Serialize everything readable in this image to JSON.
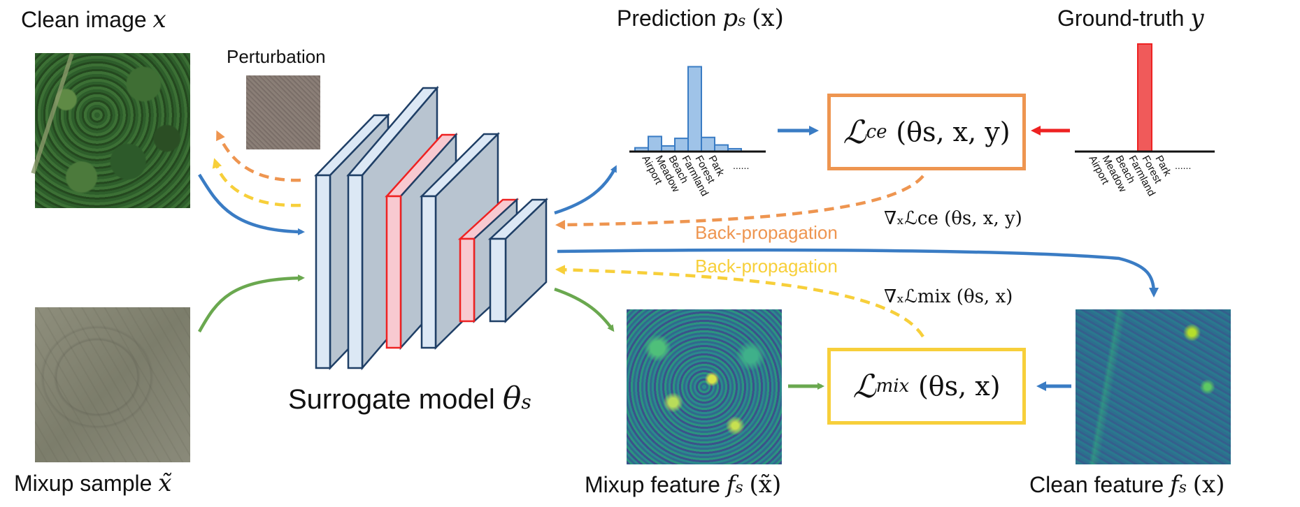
{
  "labels": {
    "clean_image": "Clean image",
    "clean_image_sym": "x",
    "perturbation": "Perturbation",
    "mixup_sample": "Mixup sample",
    "mixup_sample_sym": "x̃",
    "surrogate_model": "Surrogate model",
    "surrogate_sym": "θ",
    "surrogate_sub": "s",
    "prediction": "Prediction",
    "prediction_sym": "p",
    "prediction_sub": "s",
    "prediction_arg": "(x)",
    "ground_truth": "Ground-truth",
    "ground_truth_sym": "y",
    "mixup_feature": "Mixup feature",
    "mixup_feature_sym": "f",
    "mixup_feature_sub": "s",
    "mixup_feature_arg": "(x̃)",
    "clean_feature": "Clean feature",
    "clean_feature_sym": "f",
    "clean_feature_sub": "s",
    "clean_feature_arg": "(x)",
    "backprop_orange": "Back-propagation",
    "backprop_yellow": "Back-propagation"
  },
  "losses": {
    "ce_L": "ℒ",
    "ce_sub": "ce",
    "ce_args": "(θs, x, y)",
    "mix_L": "ℒ",
    "mix_sub": "mix",
    "mix_args": "(θs, x)"
  },
  "gradients": {
    "grad_ce": "∇ₓℒce (θs, x, y)",
    "grad_mix": "∇ₓℒmix (θs, x)"
  },
  "prediction_hist": {
    "categories": [
      "Airport",
      "Meadow",
      "Beach",
      "Farmland",
      "Forest",
      "Park",
      "......"
    ],
    "values": [
      0.04,
      0.16,
      0.06,
      0.14,
      0.9,
      0.15,
      0.07,
      0.03
    ]
  },
  "ground_truth_hist": {
    "categories": [
      "Airport",
      "Meadow",
      "Beach",
      "Farmland",
      "Forest",
      "Park",
      "......"
    ],
    "forest_value": 1.0
  },
  "colors": {
    "blue": "#3a7cc4",
    "orange": "#ee9550",
    "yellow": "#f7cf3a",
    "green": "#6aa84f",
    "red": "#ee2222",
    "layer_blue_fill": "#dce8f5",
    "layer_red_fill": "#f8c9d0",
    "layer_side": "#b8c4d0",
    "loss_ce_border": "#ee9550",
    "loss_mix_border": "#f7cf3a"
  }
}
